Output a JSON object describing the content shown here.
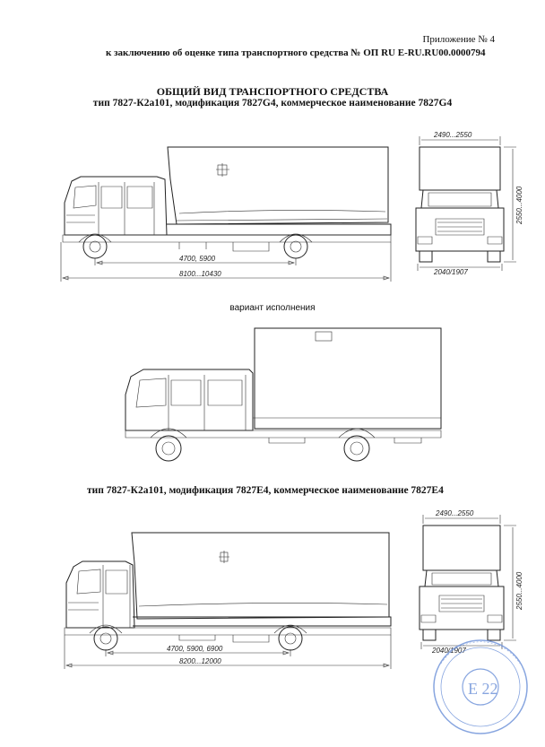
{
  "header": {
    "appendix": "Приложение № 4",
    "conclusion": "к заключению об оценке типа транспортного средства №  ОП RU E-RU.RU00.0000794"
  },
  "main_title": "ОБЩИЙ ВИД ТРАНСПОРТНОГО СРЕДСТВА",
  "section1": {
    "subtitle": "тип 7827-К2а101, модификация 7827G4, коммерческое наименование 7827G4",
    "dims": {
      "wheelbase": "4700, 5900",
      "length": "8100...10430",
      "width": "2490...2550",
      "height": "2550...4000",
      "track": "2040/1907"
    }
  },
  "variant_label": "вариант исполнения",
  "section2": {
    "subtitle": "тип 7827-К2а101, модификация 7827E4, коммерческое наименование 7827E4",
    "dims": {
      "wheelbase": "4700, 5900, 6900",
      "length": "8200...12000",
      "width": "2490...2550",
      "height": "2550...4000",
      "track": "2040/1907"
    }
  },
  "stamp": {
    "center_text": "E 22",
    "color": "#6a8fd8"
  },
  "colors": {
    "line": "#222222",
    "stamp": "#6a8fd8"
  }
}
